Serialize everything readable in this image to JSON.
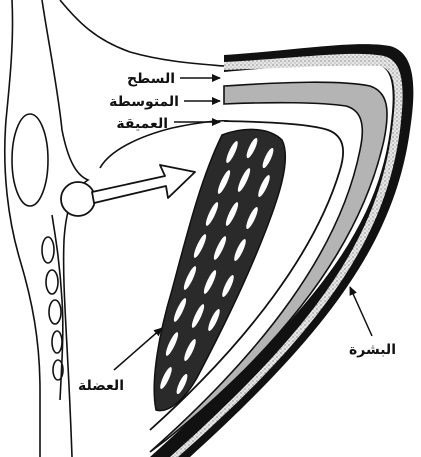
{
  "labels": {
    "surface": "السطح",
    "middle": "المتوسطة",
    "deep": "العميقة",
    "skin": "البشرة",
    "muscle": "العضلة"
  },
  "colors": {
    "line": "#111111",
    "middle_layer_fill": "#b4b4b4",
    "muscle_fill": "#2a2a2a",
    "background": "#ffffff"
  }
}
